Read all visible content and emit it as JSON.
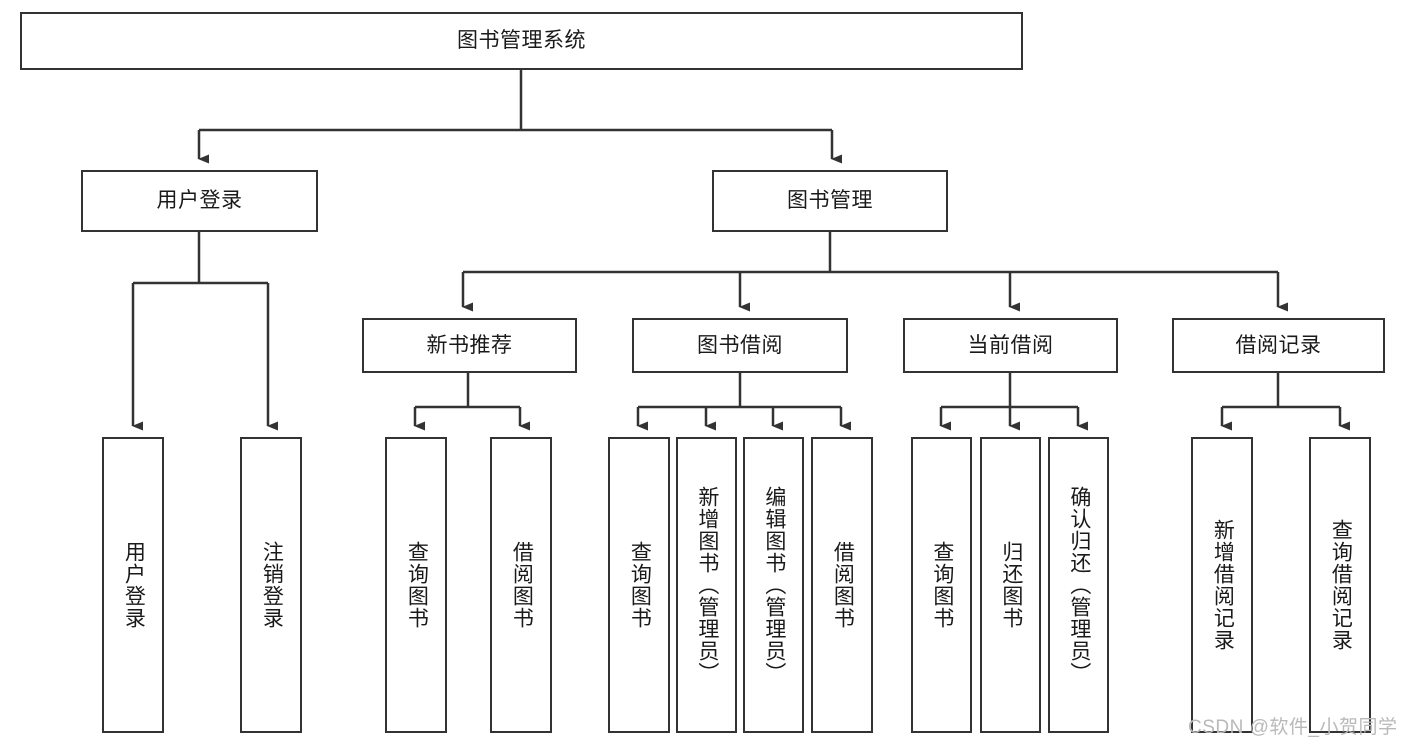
{
  "diagram": {
    "type": "tree-hierarchy",
    "title": "图书管理系统",
    "root": {
      "id": "root",
      "label": "图书管理系统",
      "orientation": "horizontal"
    },
    "level2": [
      {
        "id": "user-login",
        "label": "用户登录",
        "orientation": "horizontal"
      },
      {
        "id": "book-manage",
        "label": "图书管理",
        "orientation": "horizontal"
      }
    ],
    "level3": [
      {
        "id": "new-book-rec",
        "label": "新书推荐",
        "orientation": "horizontal",
        "parent": "book-manage"
      },
      {
        "id": "book-borrow",
        "label": "图书借阅",
        "orientation": "horizontal",
        "parent": "book-manage"
      },
      {
        "id": "current-borrow",
        "label": "当前借阅",
        "orientation": "horizontal",
        "parent": "book-manage"
      },
      {
        "id": "borrow-record",
        "label": "借阅记录",
        "orientation": "horizontal",
        "parent": "book-manage"
      }
    ],
    "leaves": [
      {
        "id": "leaf-user-login",
        "label": "用户登录",
        "orientation": "vertical",
        "parent": "user-login"
      },
      {
        "id": "leaf-logout",
        "label": "注销登录",
        "orientation": "vertical",
        "parent": "user-login"
      },
      {
        "id": "leaf-query-book-1",
        "label": "查询图书",
        "orientation": "vertical",
        "parent": "new-book-rec"
      },
      {
        "id": "leaf-borrow-book-1",
        "label": "借阅图书",
        "orientation": "vertical",
        "parent": "new-book-rec"
      },
      {
        "id": "leaf-query-book-2",
        "label": "查询图书",
        "orientation": "vertical",
        "parent": "book-borrow"
      },
      {
        "id": "leaf-add-book",
        "label": "新增图书（管理员）",
        "orientation": "vertical",
        "parent": "book-borrow"
      },
      {
        "id": "leaf-edit-book",
        "label": "编辑图书（管理员）",
        "orientation": "vertical",
        "parent": "book-borrow"
      },
      {
        "id": "leaf-borrow-book-2",
        "label": "借阅图书",
        "orientation": "vertical",
        "parent": "book-borrow"
      },
      {
        "id": "leaf-query-book-3",
        "label": "查询图书",
        "orientation": "vertical",
        "parent": "current-borrow"
      },
      {
        "id": "leaf-return-book",
        "label": "归还图书",
        "orientation": "vertical",
        "parent": "current-borrow"
      },
      {
        "id": "leaf-confirm-return",
        "label": "确认归还（管理员）",
        "orientation": "vertical",
        "parent": "current-borrow"
      },
      {
        "id": "leaf-add-record",
        "label": "新增借阅记录",
        "orientation": "vertical",
        "parent": "borrow-record"
      },
      {
        "id": "leaf-query-record",
        "label": "查询借阅记录",
        "orientation": "vertical",
        "parent": "borrow-record"
      }
    ],
    "colors": {
      "stroke": "#333333",
      "fill": "#ffffff",
      "text": "#1a1a1a",
      "watermark": "#b9b9b9"
    }
  },
  "watermark": {
    "text": "CSDN @软件_小贺同学"
  }
}
